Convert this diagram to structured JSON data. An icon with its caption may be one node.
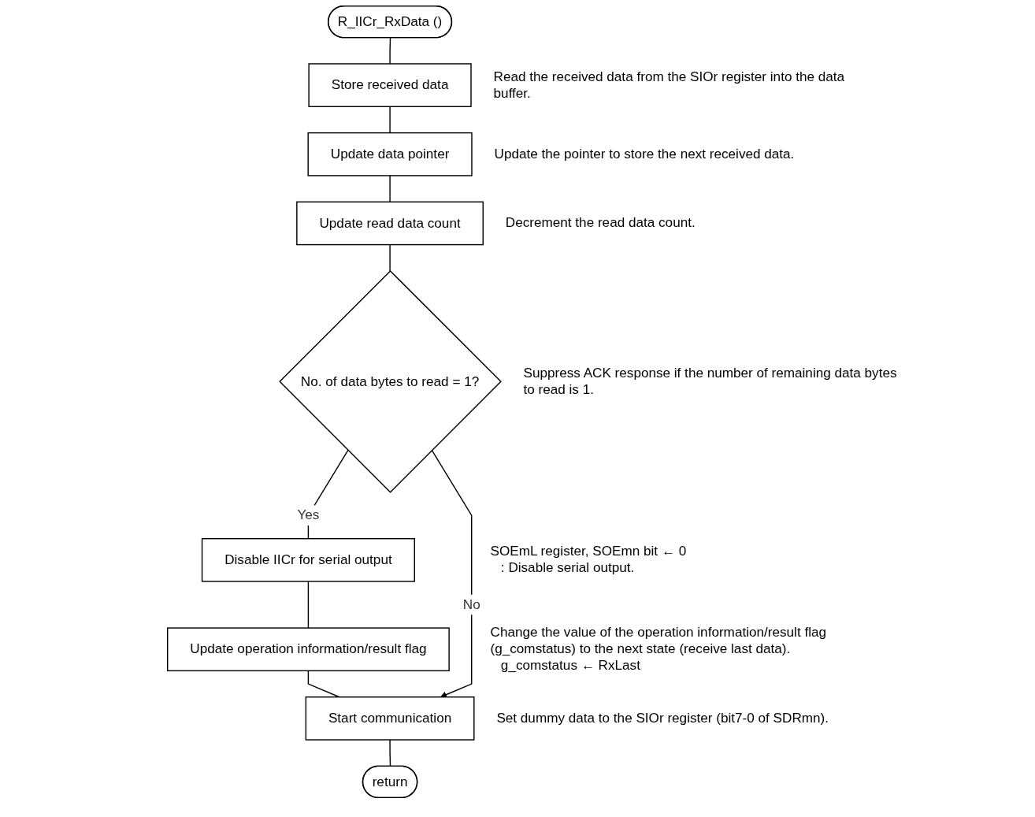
{
  "diagram": {
    "nodes": [
      {
        "text": [
          "R_IICr_RxData ()"
        ]
      },
      {
        "text": [
          "Store received data"
        ],
        "beside": [
          "Read the received data from the SIOr register into the data buffer."
        ]
      },
      {
        "text": [
          "Update data pointer"
        ],
        "beside": [
          "Update the pointer to store the next received data."
        ]
      },
      {
        "text": [
          "Update read data count"
        ],
        "beside": [
          "Decrement the read data count."
        ]
      },
      {
        "text": [
          "No. of data bytes to read = 1?"
        ],
        "beside": [
          "Suppress ACK response if the number of remaining data bytes to read is 1."
        ]
      },
      {
        "text": [
          "Disable IICr for serial output"
        ],
        "beside": [
          "SOEmL register, SOEmn bit ← 0",
          ": Disable serial output."
        ]
      },
      {
        "text": [
          "Update operation information/result flag"
        ],
        "beside": [
          "Change the value of the operation information/result flag (g_comstatus) to the next state (receive last data).",
          "g_comstatus ← RxLast"
        ]
      },
      {
        "text": [
          "Start communication"
        ],
        "beside": [
          "Set dummy data to the SIOr register (bit7-0 of SDRmn)."
        ]
      },
      {
        "text": [
          "return"
        ]
      }
    ],
    "edges": [
      {
        "from": 0,
        "to": 1,
        "arrow": "none"
      },
      {
        "from": 1,
        "to": 2,
        "arrow": "none"
      },
      {
        "from": 2,
        "to": 3,
        "arrow": "none"
      },
      {
        "from": 3,
        "to": 4,
        "arrow": "none"
      },
      {
        "from": 4,
        "to": 5,
        "arrow": "none",
        "label": "Yes"
      },
      {
        "from": 5,
        "to": 6,
        "arrow": "none"
      },
      {
        "from": 6,
        "to": 7,
        "arrow": "none"
      },
      {
        "from": 4,
        "to": 7,
        "arrow": "to",
        "label": "No"
      },
      {
        "from": 7,
        "to": 8,
        "arrow": "none"
      }
    ]
  }
}
